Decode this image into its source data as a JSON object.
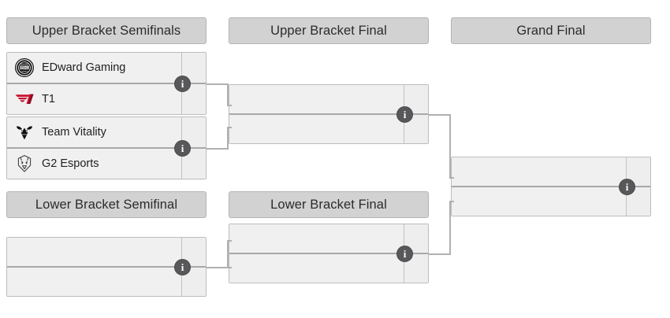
{
  "tournament": {
    "layout": "double-elimination-bracket",
    "colors": {
      "header_bg": "#d2d2d2",
      "header_border": "#b4b4b4",
      "match_bg": "#f0f0f0",
      "match_border": "#bcbcbc",
      "connector": "#b0b0b0",
      "info_badge": "#58575a",
      "page_bg": "#ffffff"
    },
    "rounds": [
      {
        "id": "upper-bracket-semifinals",
        "label": "Upper Bracket Semifinals"
      },
      {
        "id": "upper-bracket-final",
        "label": "Upper Bracket Final"
      },
      {
        "id": "grand-final",
        "label": "Grand Final"
      },
      {
        "id": "lower-bracket-semifinal",
        "label": "Lower Bracket Semifinal"
      },
      {
        "id": "lower-bracket-final",
        "label": "Lower Bracket Final"
      }
    ],
    "matches": {
      "ubsf1": {
        "round": "Upper Bracket Semifinals",
        "info_label": "i",
        "opponents": [
          {
            "name": "EDward Gaming",
            "logo": "edward-gaming-logo",
            "score": ""
          },
          {
            "name": "T1",
            "logo": "t1-logo",
            "score": ""
          }
        ]
      },
      "ubsf2": {
        "round": "Upper Bracket Semifinals",
        "info_label": "i",
        "opponents": [
          {
            "name": "Team Vitality",
            "logo": "team-vitality-logo",
            "score": ""
          },
          {
            "name": "G2 Esports",
            "logo": "g2-esports-logo",
            "score": ""
          }
        ]
      },
      "ubf": {
        "round": "Upper Bracket Final",
        "info_label": "i",
        "opponents": [
          {
            "name": "",
            "logo": "",
            "score": ""
          },
          {
            "name": "",
            "logo": "",
            "score": ""
          }
        ]
      },
      "gf": {
        "round": "Grand Final",
        "info_label": "i",
        "opponents": [
          {
            "name": "",
            "logo": "",
            "score": ""
          },
          {
            "name": "",
            "logo": "",
            "score": ""
          }
        ]
      },
      "lbsf": {
        "round": "Lower Bracket Semifinal",
        "info_label": "i",
        "opponents": [
          {
            "name": "",
            "logo": "",
            "score": ""
          },
          {
            "name": "",
            "logo": "",
            "score": ""
          }
        ]
      },
      "lbf": {
        "round": "Lower Bracket Final",
        "info_label": "i",
        "opponents": [
          {
            "name": "",
            "logo": "",
            "score": ""
          },
          {
            "name": "",
            "logo": "",
            "score": ""
          }
        ]
      }
    }
  }
}
